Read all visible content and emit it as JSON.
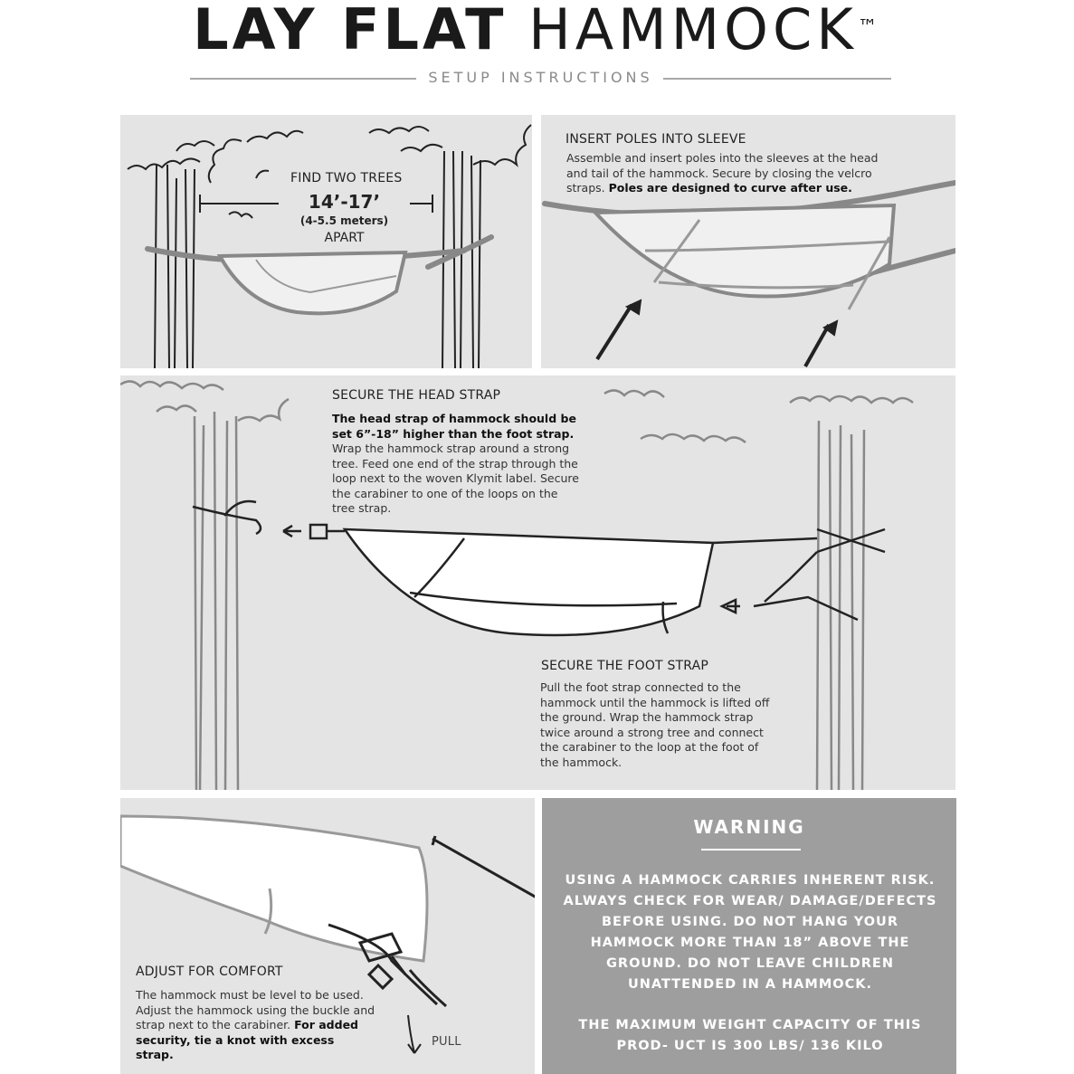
{
  "header": {
    "title_bold": "LAY FLAT",
    "title_light": "HAMMOCK",
    "trademark": "™",
    "subtitle": "SETUP INSTRUCTIONS"
  },
  "step1": {
    "heading": "FIND TWO TREES",
    "distance": "14’-17’",
    "meters": "(4-5.5 meters)",
    "apart": "APART"
  },
  "step2": {
    "heading": "INSERT POLES INTO SLEEVE",
    "text": "Assemble and insert poles into the sleeves at the head and tail of the hammock. Secure by closing the velcro straps.",
    "bold": "Poles are designed to curve after use."
  },
  "step3": {
    "heading": "SECURE THE HEAD STRAP",
    "bold": "The head strap of hammock should be set 6”-18” higher than the foot strap.",
    "text": "Wrap the hammock strap around a strong tree. Feed one end of the strap through the loop next to the woven Klymit label. Secure the carabiner to one of the loops on the tree strap."
  },
  "step4": {
    "heading": "SECURE THE FOOT STRAP",
    "text": "Pull the foot strap connected to the hammock until the hammock is lifted off the ground. Wrap the hammock strap twice around a strong tree and connect the carabiner to the loop at the foot of the hammock."
  },
  "step5": {
    "heading": "ADJUST FOR COMFORT",
    "text": "The hammock must be level to be used. Adjust the hammock using the buckle and strap next to the carabiner.",
    "bold": "For added security, tie a knot with excess strap.",
    "pull": "PULL"
  },
  "warning": {
    "title": "WARNING",
    "body": "USING A HAMMOCK CARRIES INHERENT RISK. ALWAYS CHECK FOR WEAR/ DAMAGE/DEFECTS BEFORE USING. DO NOT HANG YOUR HAMMOCK MORE THAN 18” ABOVE THE GROUND. DO NOT LEAVE CHILDREN UNATTENDED IN A HAMMOCK.",
    "capacity": "THE MAXIMUM WEIGHT CAPACITY OF THIS PROD- UCT IS 300 LBS/ 136 KILO"
  }
}
